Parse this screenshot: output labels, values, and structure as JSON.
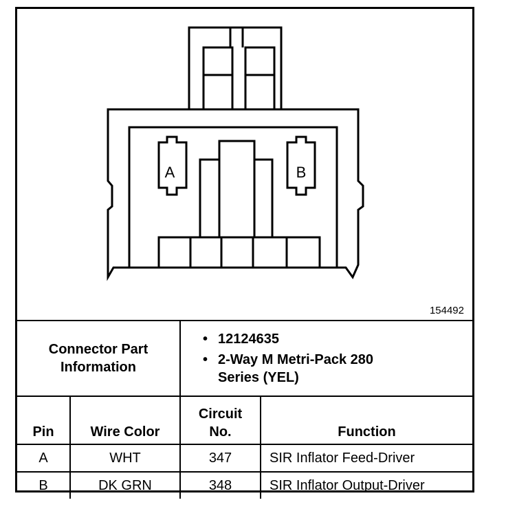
{
  "figure_number": "154492",
  "pin_labels": {
    "a": "A",
    "b": "B"
  },
  "connector_info": {
    "label_line1": "Connector Part",
    "label_line2": "Information",
    "part_number": "12124635",
    "description_line1": "2-Way M Metri-Pack 280",
    "description_line2": "Series (YEL)"
  },
  "table": {
    "headers": {
      "pin": "Pin",
      "wire_color": "Wire Color",
      "circuit_line1": "Circuit",
      "circuit_line2": "No.",
      "function": "Function"
    },
    "rows": [
      {
        "pin": "A",
        "wire_color": "WHT",
        "circuit": "347",
        "function": "SIR Inflator Feed-Driver"
      },
      {
        "pin": "B",
        "wire_color": "DK GRN",
        "circuit": "348",
        "function": "SIR Inflator Output-Driver"
      }
    ]
  }
}
